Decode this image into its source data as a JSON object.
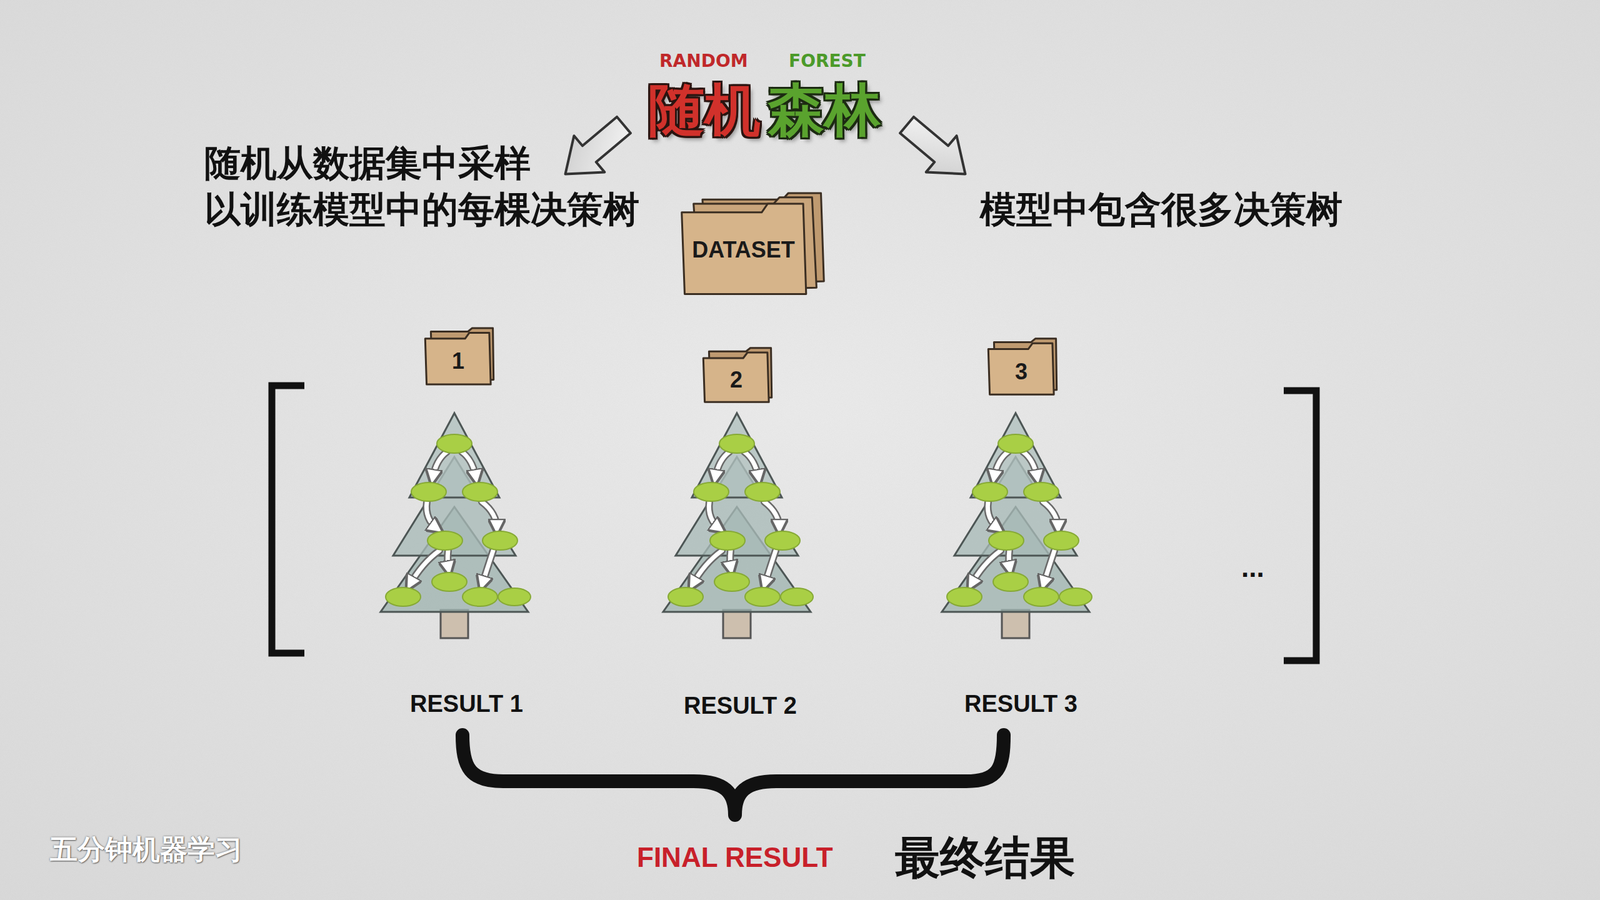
{
  "diagram": {
    "nodes": [
      {
        "text": [
          "DATASET"
        ]
      },
      {
        "text": [
          "1"
        ]
      },
      {
        "text": [
          "2"
        ]
      },
      {
        "text": [
          "3"
        ]
      }
    ],
    "labels": [
      "RANDOM",
      "FOREST",
      "随机",
      "森林",
      "随机从数据集中采样 以训练模型中的每棵决策树",
      "模型中包含很多决策树",
      "RESULT 1",
      "RESULT 2",
      "RESULT 3",
      "...",
      "FINAL RESULT",
      "最终结果",
      "五分钟机器学习"
    ]
  }
}
